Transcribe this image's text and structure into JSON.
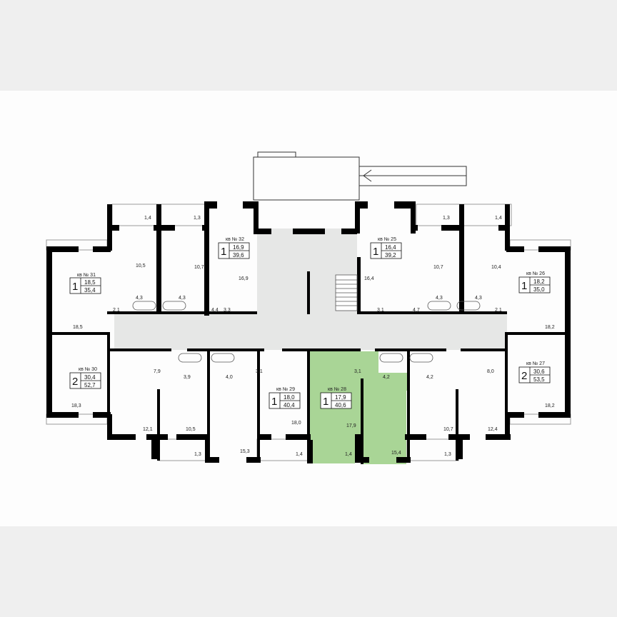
{
  "plan": {
    "background_color": "#efefef",
    "sheet_color": "#fdfdfd",
    "highlight_color": "#a9d596",
    "corridor_color": "#e6e7e6",
    "wall_color": "#000000",
    "highlighted_apartment": "кв № 28"
  },
  "apartments": [
    {
      "id": "31",
      "title": "кв № 31",
      "rooms": "1",
      "living": "18,5",
      "total": "35,4"
    },
    {
      "id": "32",
      "title": "кв № 32",
      "rooms": "1",
      "living": "16,9",
      "total": "39,6"
    },
    {
      "id": "25",
      "title": "кв № 25",
      "rooms": "1",
      "living": "16,4",
      "total": "39,2"
    },
    {
      "id": "26",
      "title": "кв № 26",
      "rooms": "1",
      "living": "18,2",
      "total": "35,0"
    },
    {
      "id": "30",
      "title": "кв № 30",
      "rooms": "2",
      "living": "30,4",
      "total": "52,7"
    },
    {
      "id": "29",
      "title": "кв № 29",
      "rooms": "1",
      "living": "18,0",
      "total": "40,4"
    },
    {
      "id": "28",
      "title": "кв № 28",
      "rooms": "1",
      "living": "17,9",
      "total": "40,6"
    },
    {
      "id": "27",
      "title": "кв № 27",
      "rooms": "2",
      "living": "30,6",
      "total": "53,5"
    }
  ],
  "room_areas": {
    "a31_room": "18,5",
    "a31_hall": "2,1",
    "a31_bath": "4,3",
    "a31_kitchen": "10,5",
    "a31_balcony": "1,4",
    "a32_room": "16,9",
    "a32_hall": "4,4",
    "a32_wc": "3,3",
    "a32_bath": "4,3",
    "a32_kitchen": "10,7",
    "a32_balcony": "1,3",
    "a25_room": "16,4",
    "a25_wc": "3,1",
    "a25_hall": "4,7",
    "a25_bath": "4,3",
    "a25_kitchen": "10,7",
    "a25_balcony": "1,3",
    "a26_room": "18,2",
    "a26_hall": "2,1",
    "a26_bath": "4,3",
    "a26_kitchen": "10,4",
    "a26_balcony": "1,4",
    "a30_room": "18,3",
    "a30_hall": "7,9",
    "a30_bath": "3,9",
    "a30_room2": "12,1",
    "a30_kitchen": "10,5",
    "a30_balcony": "1,3",
    "a29_room": "18,0",
    "a29_hall": "3,1",
    "a29_bath": "4,0",
    "a29_kitchen": "15,3",
    "a29_balcony": "1,4",
    "a28_room": "17,9",
    "a28_hall": "3,1",
    "a28_bath": "4,2",
    "a28_kitchen": "15,4",
    "a28_balcony": "1,4",
    "a27_room": "18,2",
    "a27_hall": "8,0",
    "a27_bath": "4,2",
    "a27_room2": "12,4",
    "a27_kitchen": "10,7",
    "a27_balcony": "1,3"
  }
}
